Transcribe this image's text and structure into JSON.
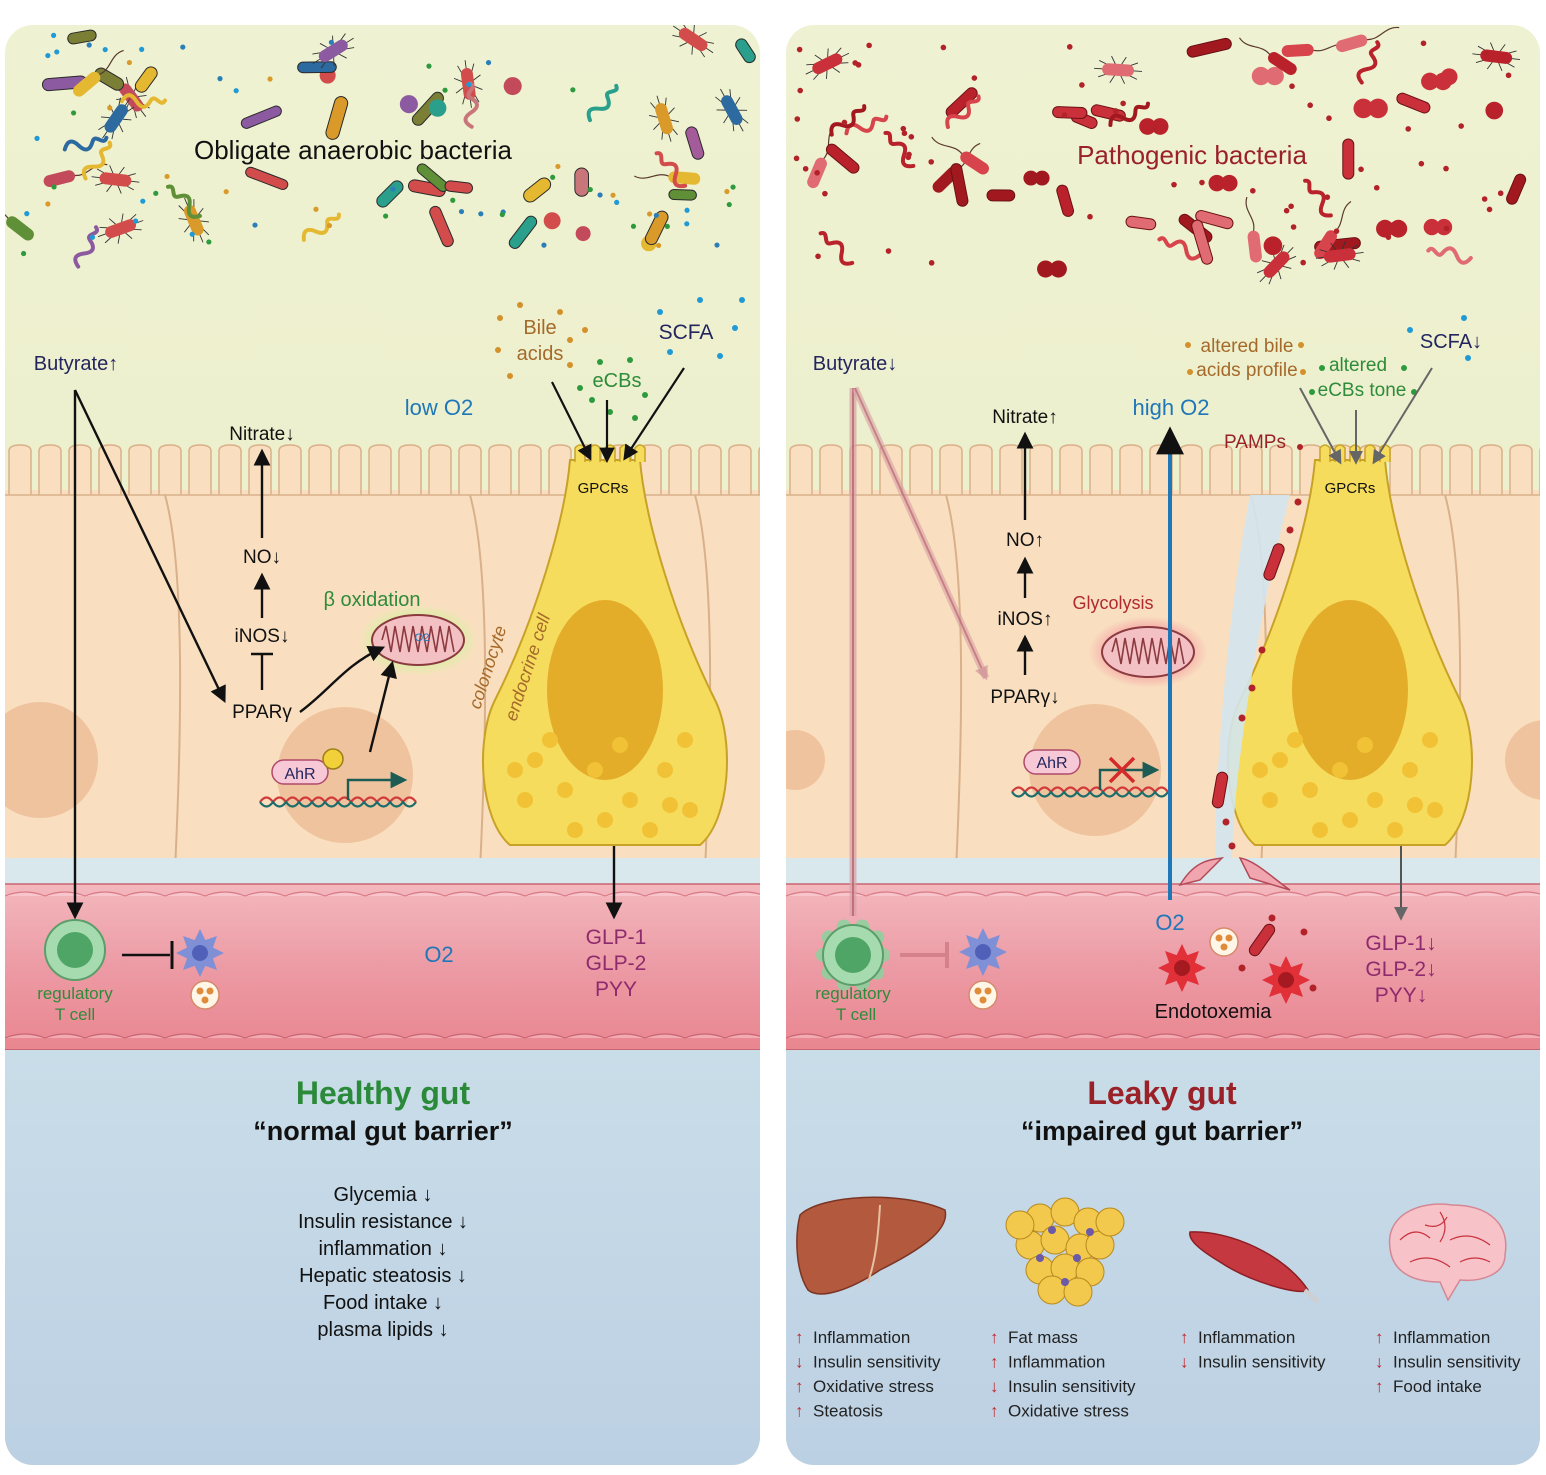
{
  "colors": {
    "lumen_healthy": "#eef1cc",
    "lumen_leaky": "#f1efcf",
    "epithelium": "#f9dfc0",
    "nucleus": "#efc39e",
    "endocrine": "#f6dc5c",
    "endocrine_nucleus": "#e3ad2a",
    "lamina": "#e88a96",
    "lower": "#c8d9e8",
    "green_title": "#2a8a3a",
    "red_title": "#9a2128",
    "navy": "#23265e",
    "o2_blue": "#1f77b8",
    "brown": "#a56a2a",
    "green": "#2e8b3a",
    "purple": "#8e2a6e",
    "arrow_red": "#c0262c"
  },
  "left": {
    "bacteria_title": "Obligate anaerobic bacteria",
    "butyrate": "Butyrate↑",
    "nitrate": "Nitrate↓",
    "no": "NO↓",
    "inos": "iNOS↓",
    "ppar": "PPARγ",
    "beta_oxidation": "β oxidation",
    "mito_o2": "O2",
    "ahr": "AhR",
    "low_o2": "low O2",
    "o2_bottom": "O2",
    "bile_line1": "Bile",
    "bile_line2": "acids",
    "ecbs": "eCBs",
    "scfa": "SCFA",
    "gpcrs": "GPCRs",
    "colonocyte": "colonocyte",
    "endocrine_cell": "endocrine cell",
    "treg_line1": "regulatory",
    "treg_line2": "T cell",
    "hormones": [
      "GLP-1",
      "GLP-2",
      "PYY"
    ],
    "gut_title": "Healthy gut",
    "gut_subtitle": "“normal gut barrier”",
    "outcomes": [
      "Glycemia ↓",
      "Insulin resistance ↓",
      "inflammation ↓",
      "Hepatic steatosis ↓",
      "Food intake ↓",
      "plasma lipids ↓"
    ]
  },
  "right": {
    "bacteria_title": "Pathogenic bacteria",
    "butyrate": "Butyrate↓",
    "nitrate": "Nitrate↑",
    "no": "NO↑",
    "inos": "iNOS↑",
    "ppar": "PPARγ↓",
    "glycolysis": "Glycolysis",
    "ahr": "AhR",
    "high_o2": "high O2",
    "o2_bottom": "O2",
    "pamps": "PAMPs",
    "bile_line1": "altered bile",
    "bile_line2": "acids profile",
    "ecbs_line1": "altered",
    "ecbs_line2": "eCBs tone",
    "scfa": "SCFA↓",
    "gpcrs": "GPCRs",
    "treg_line1": "regulatory",
    "treg_line2": "T cell",
    "endotoxemia": "Endotoxemia",
    "hormones": [
      "GLP-1↓",
      "GLP-2↓",
      "PYY↓"
    ],
    "gut_title": "Leaky gut",
    "gut_subtitle": "“impaired gut barrier”",
    "organs": [
      {
        "icon": "liver-icon",
        "effects": [
          {
            "arrow": "↑",
            "text": "Inflammation"
          },
          {
            "arrow": "↓",
            "text": "Insulin sensitivity"
          },
          {
            "arrow": "↑",
            "text": "Oxidative stress"
          },
          {
            "arrow": "↑",
            "text": "Steatosis"
          }
        ]
      },
      {
        "icon": "adipose-tissue-icon",
        "effects": [
          {
            "arrow": "↑",
            "text": "Fat mass"
          },
          {
            "arrow": "↑",
            "text": "Inflammation"
          },
          {
            "arrow": "↓",
            "text": "Insulin sensitivity"
          },
          {
            "arrow": "↑",
            "text": "Oxidative stress"
          }
        ]
      },
      {
        "icon": "muscle-icon",
        "effects": [
          {
            "arrow": "↑",
            "text": "Inflammation"
          },
          {
            "arrow": "↓",
            "text": "Insulin sensitivity"
          }
        ]
      },
      {
        "icon": "brain-icon",
        "effects": [
          {
            "arrow": "↑",
            "text": "Inflammation"
          },
          {
            "arrow": "↓",
            "text": "Insulin sensitivity"
          },
          {
            "arrow": "↑",
            "text": "Food intake"
          }
        ]
      }
    ]
  }
}
